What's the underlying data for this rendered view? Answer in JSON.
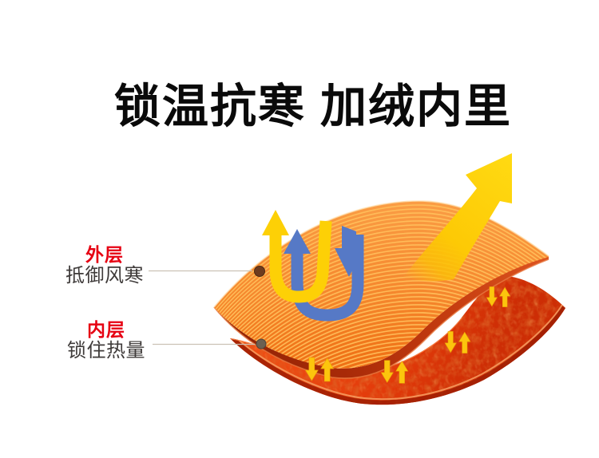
{
  "title": {
    "text": "锁温抗寒 加绒内里",
    "color": "#0a0a0a"
  },
  "annotations": {
    "outer": {
      "label": "外层",
      "label_color": "#e60012",
      "desc": "抵御风寒",
      "desc_color": "#3f3b3a"
    },
    "inner": {
      "label": "内层",
      "label_color": "#e60012",
      "desc": "锁住热量",
      "desc_color": "#3f3b3a"
    }
  },
  "illustration": {
    "outer_layer_base_color": "#f5862c",
    "outer_layer_stripe_color": "#ffc05c",
    "outer_layer_edge_color": "#a82a08",
    "inner_layer_color": "#e0430f",
    "big_arrow_color": "#fdc905",
    "u_arrow_yellow": "#fdd006",
    "u_arrow_blue": "#5679c6",
    "small_arrow_color": "#fcc50d",
    "leader_line_color": "#ccc2b5",
    "icons": [
      "heat-escape-curved-arrow-icon",
      "warm-air-u-turn-arrow-icon",
      "cold-air-bounce-arrow-icon",
      "cold-air-down-arrow-icon",
      "heat-lock-updown-arrows-icon",
      "outer-layer-leader-dot",
      "inner-layer-leader-dot"
    ]
  }
}
